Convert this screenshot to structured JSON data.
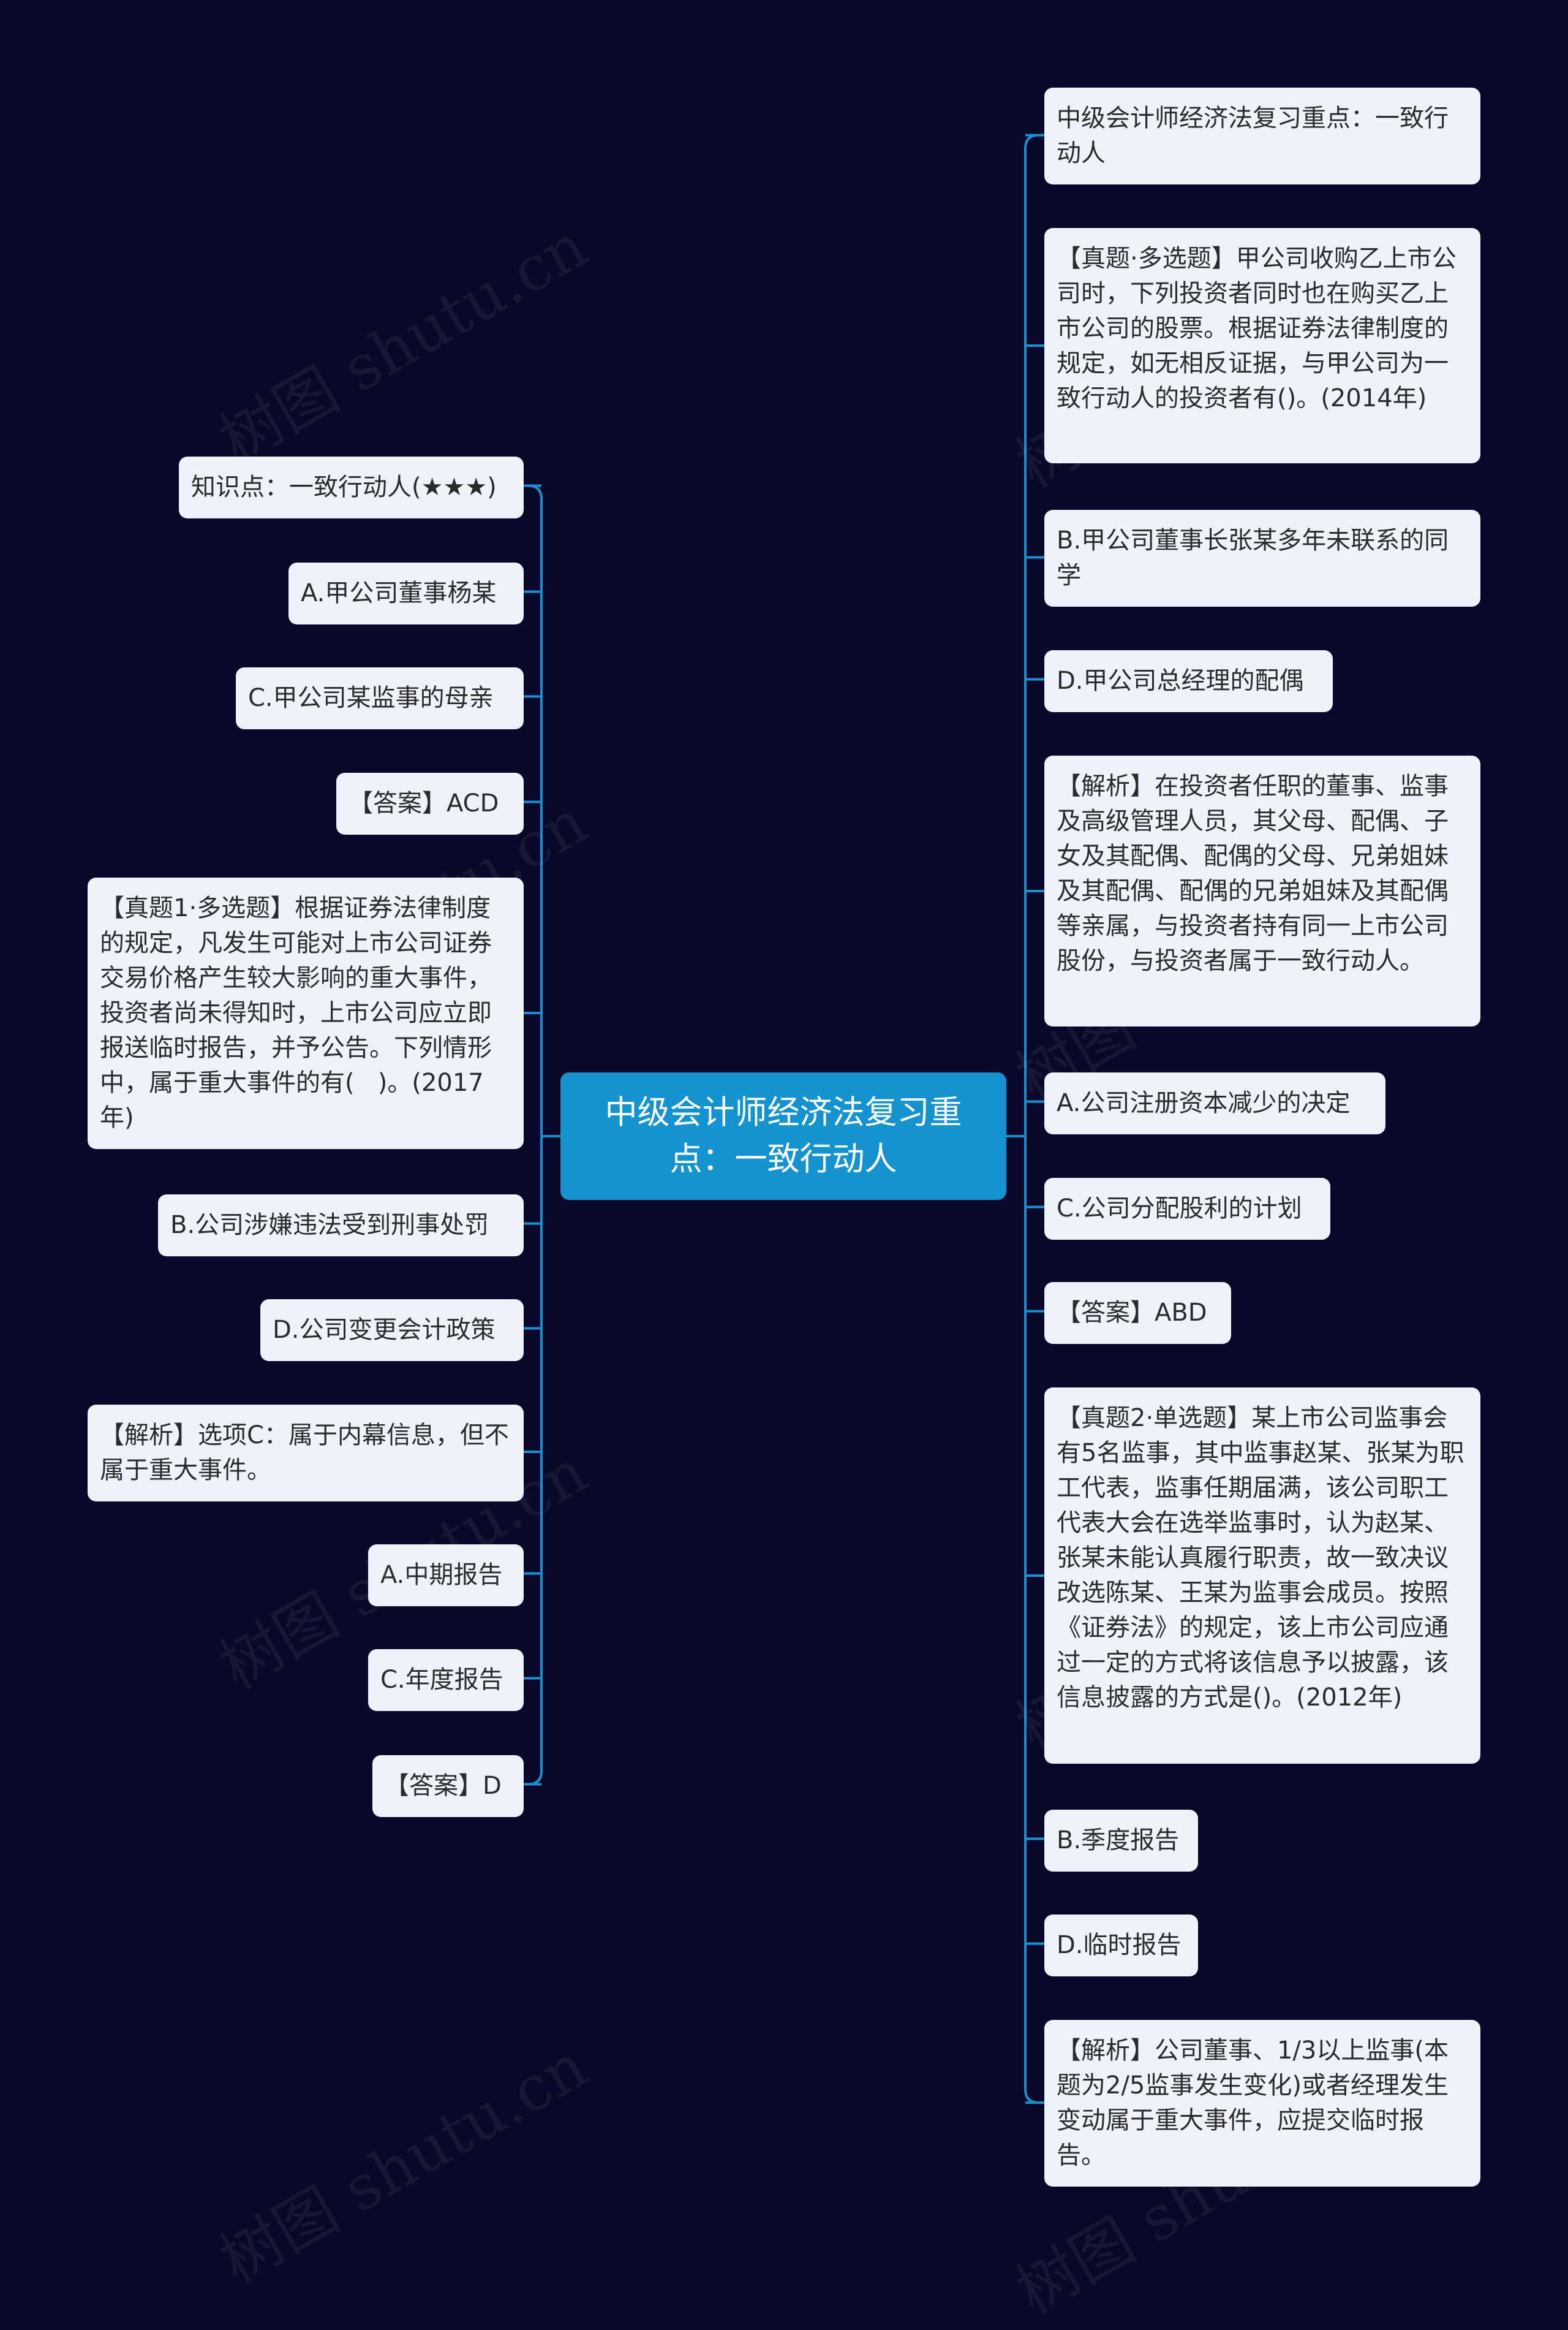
{
  "center": {
    "text": "中级会计师经济法复习重点：一致行动人"
  },
  "left_nodes": [
    "知识点：一致行动人(★★★)",
    "A.甲公司董事杨某",
    "C.甲公司某监事的母亲",
    "【答案】ACD",
    "【真题1·多选题】根据证券法律制度的规定，凡发生可能对上市公司证券交易价格产生较大影响的重大事件，投资者尚未得知时，上市公司应立即报送临时报告，并予公告。下列情形中，属于重大事件的有(   )。(2017年)",
    "B.公司涉嫌违法受到刑事处罚",
    "D.公司变更会计政策",
    "【解析】选项C：属于内幕信息，但不属于重大事件。",
    "A.中期报告",
    "C.年度报告",
    "【答案】D"
  ],
  "right_nodes": [
    "中级会计师经济法复习重点：一致行动人",
    "【真题·多选题】甲公司收购乙上市公司时，下列投资者同时也在购买乙上市公司的股票。根据证券法律制度的规定，如无相反证据，与甲公司为一致行动人的投资者有()。(2014年)",
    "B.甲公司董事长张某多年未联系的同学",
    "D.甲公司总经理的配偶",
    "【解析】在投资者任职的董事、监事及高级管理人员，其父母、配偶、子女及其配偶、配偶的父母、兄弟姐妹及其配偶、配偶的兄弟姐妹及其配偶等亲属，与投资者持有同一上市公司股份，与投资者属于一致行动人。",
    "A.公司注册资本减少的决定",
    "C.公司分配股利的计划",
    "【答案】ABD",
    "【真题2·单选题】某上市公司监事会有5名监事，其中监事赵某、张某为职工代表，监事任期届满，该公司职工代表大会在选举监事时，认为赵某、张某未能认真履行职责，故一致决议改选陈某、王某为监事会成员。按照《证券法》的规定，该上市公司应通过一定的方式将该信息予以披露，该信息披露的方式是()。(2012年)",
    "B.季度报告",
    "D.临时报告",
    "【解析】公司董事、1/3以上监事(本题为2/5监事发生变化)或者经理发生变动属于重大事件，应提交临时报告。"
  ],
  "watermark": "树图 shutu.cn",
  "colors": {
    "background": "#0a0829",
    "center": "#1592d0",
    "node": "#eef2fb",
    "link": "#1a8fd0"
  }
}
